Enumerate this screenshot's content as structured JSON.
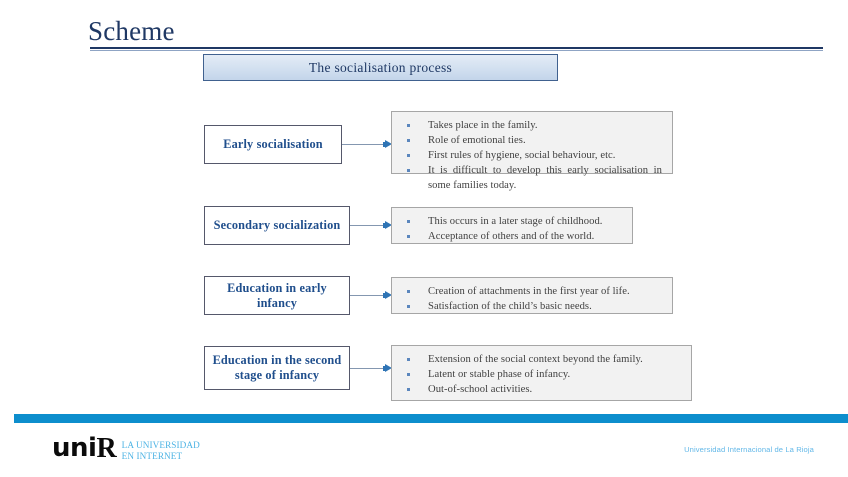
{
  "slide": {
    "title": "Scheme",
    "header_box_label": "The socialisation process",
    "accent_color": "#1f3864",
    "header_border_color": "#40618f",
    "bullet_color": "#5b86bd",
    "arrow_color": "#2e74b5",
    "footer_bar_color": "#0d8ecd",
    "left_label_color": "#1f4e8c",
    "content_box_bg": "#f2f2f2"
  },
  "rows": [
    {
      "label": "Early socialisation",
      "bullets": [
        "Takes place in the family.",
        "Role of emotional ties.",
        "First rules of hygiene, social behaviour, etc.",
        "It is difficult to develop this early socialisation in some families today."
      ]
    },
    {
      "label": "Secondary socialization",
      "bullets": [
        "This occurs in a later stage of childhood.",
        "Acceptance of others and of the world."
      ]
    },
    {
      "label": "Education in early infancy",
      "bullets": [
        "Creation of attachments in the first year of life.",
        "Satisfaction of the child’s basic needs."
      ]
    },
    {
      "label": "Education in the second stage of infancy",
      "bullets": [
        "Extension of the social context beyond the family.",
        "Latent or stable phase of infancy.",
        "Out-of-school activities."
      ]
    }
  ],
  "footer": {
    "logo_main": "unir",
    "logo_main_prefix": "uni",
    "logo_main_suffix": "R",
    "logo_tagline_line1": "LA UNIVERSIDAD",
    "logo_tagline_line2": "EN INTERNET",
    "right_text": "Universidad Internacional de La Rioja"
  }
}
